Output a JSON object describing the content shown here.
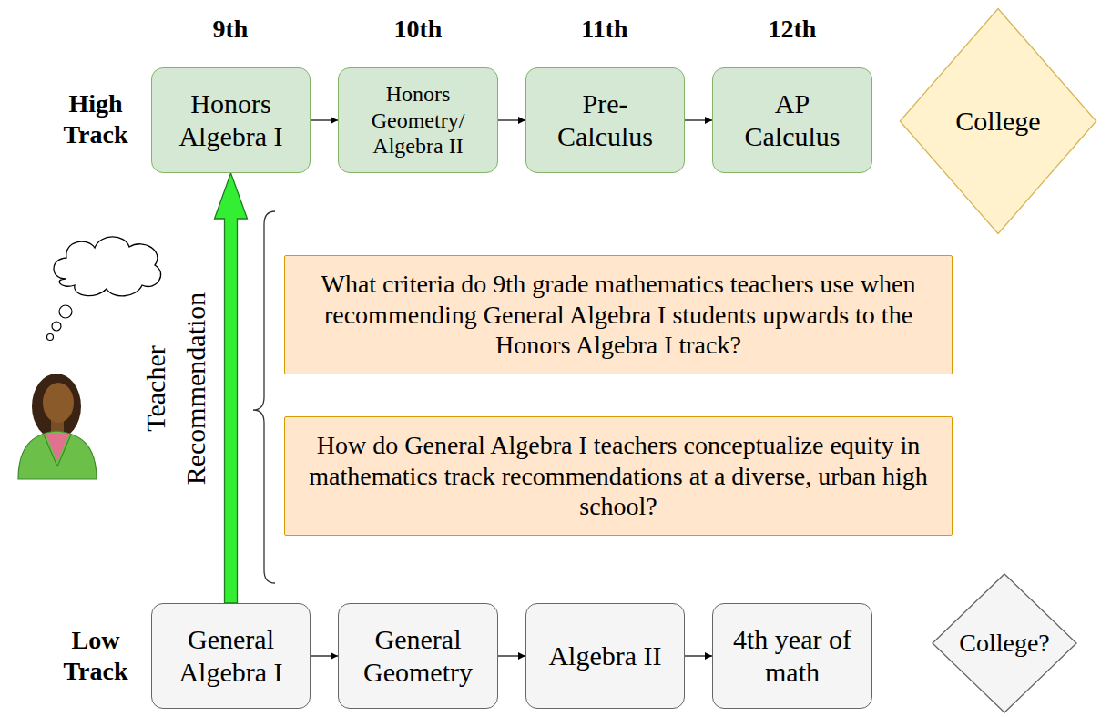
{
  "diagram": {
    "nodes": [
      {
        "text": [
          "Honors Algebra I"
        ]
      },
      {
        "text": [
          "Honors Geometry/ Algebra II"
        ]
      },
      {
        "text": [
          "Pre-Calculus"
        ]
      },
      {
        "text": [
          "AP Calculus"
        ]
      },
      {
        "text": [
          "College"
        ]
      },
      {
        "text": [
          "What criteria do 9th grade mathematics teachers use when recommending General Algebra I students upwards to the Honors Algebra I track?"
        ]
      },
      {
        "text": [
          "How do General Algebra I teachers conceptualize equity in mathematics track recommendations at a diverse, urban high school?"
        ]
      },
      {
        "text": [
          "General Algebra I"
        ]
      },
      {
        "text": [
          "General Geometry"
        ]
      },
      {
        "text": [
          "Algebra II"
        ]
      },
      {
        "text": [
          "4th year of math"
        ]
      },
      {
        "text": [
          "College?"
        ]
      }
    ],
    "edges": [
      {
        "from": 0,
        "to": 1,
        "arrow": "to"
      },
      {
        "from": 1,
        "to": 2,
        "arrow": "to"
      },
      {
        "from": 2,
        "to": 3,
        "arrow": "to"
      },
      {
        "from": 7,
        "to": 8,
        "arrow": "to"
      },
      {
        "from": 8,
        "to": 9,
        "arrow": "to"
      },
      {
        "from": 9,
        "to": 10,
        "arrow": "to"
      },
      {
        "from": 7,
        "to": 0,
        "label": "Teacher Recommendation",
        "arrow": "to"
      }
    ],
    "labels": [
      "9th",
      "10th",
      "11th",
      "12th",
      "High Track",
      "Low Track"
    ]
  }
}
